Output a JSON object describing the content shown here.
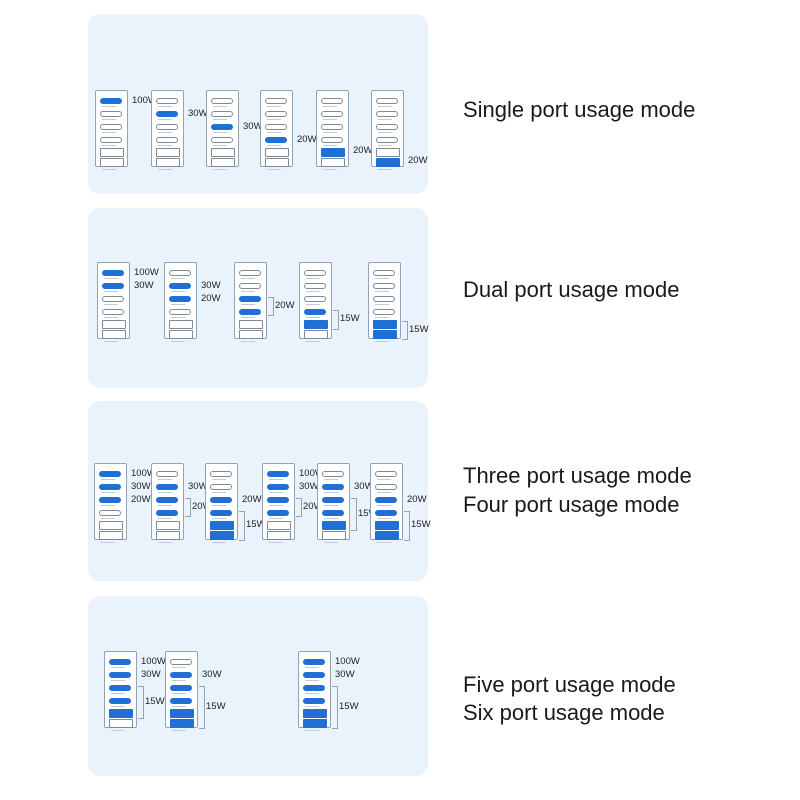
{
  "modes": {
    "single": "Single port usage mode",
    "dual": "Dual port usage mode",
    "three": "Three port usage mode",
    "four": "Four port usage mode",
    "five": "Five port usage mode",
    "six": "Six port usage mode"
  },
  "colors": {
    "panel": "#eaf3fb",
    "active_port": "#1f6fd4",
    "port_outline": "#7d8b98"
  },
  "port_order": [
    "usb-c-1",
    "usb-c-2",
    "usb-c-3",
    "usb-c-4",
    "usb-a-1",
    "usb-a-2"
  ],
  "single": [
    {
      "active": [
        0
      ],
      "labels": [
        "100W"
      ]
    },
    {
      "active": [
        1
      ],
      "labels": [
        "30W"
      ]
    },
    {
      "active": [
        2
      ],
      "labels": [
        "30W"
      ]
    },
    {
      "active": [
        3
      ],
      "labels": [
        "20W"
      ]
    },
    {
      "active": [
        4
      ],
      "labels": [
        "20W"
      ]
    },
    {
      "active": [
        5
      ],
      "labels": [
        "20W"
      ]
    }
  ],
  "dual": [
    {
      "active": [
        0,
        1
      ],
      "labels": [
        "100W",
        "30W"
      ]
    },
    {
      "active": [
        1,
        2
      ],
      "labels": [
        "30W",
        "20W"
      ]
    },
    {
      "active": [
        2,
        3
      ],
      "labels": [
        "20W"
      ]
    },
    {
      "active": [
        3,
        4
      ],
      "labels": [
        "15W"
      ]
    },
    {
      "active": [
        4,
        5
      ],
      "labels": [
        "15W"
      ]
    }
  ],
  "three_four": [
    {
      "active": [
        0,
        1,
        2
      ],
      "labels": [
        "100W",
        "30W",
        "20W"
      ]
    },
    {
      "active": [
        1,
        2,
        3
      ],
      "labels": [
        "30W",
        "20W"
      ]
    },
    {
      "active": [
        2,
        3,
        4,
        5
      ],
      "labels": [
        "20W",
        "15W"
      ]
    },
    {
      "active": [
        0,
        1,
        2,
        3
      ],
      "labels": [
        "100W",
        "30W",
        "20W"
      ]
    },
    {
      "active": [
        1,
        2,
        3,
        4
      ],
      "labels": [
        "30W",
        "15W"
      ]
    },
    {
      "active": [
        2,
        3,
        4,
        5
      ],
      "labels": [
        "20W",
        "15W"
      ]
    }
  ],
  "five_six": [
    {
      "active": [
        0,
        1,
        2,
        3,
        4
      ],
      "labels": [
        "100W",
        "30W",
        "15W"
      ]
    },
    {
      "active": [
        1,
        2,
        3,
        4,
        5
      ],
      "labels": [
        "30W",
        "15W"
      ]
    },
    {
      "active": [
        0,
        1,
        2,
        3,
        4,
        5
      ],
      "labels": [
        "100W",
        "30W",
        "15W"
      ]
    }
  ]
}
